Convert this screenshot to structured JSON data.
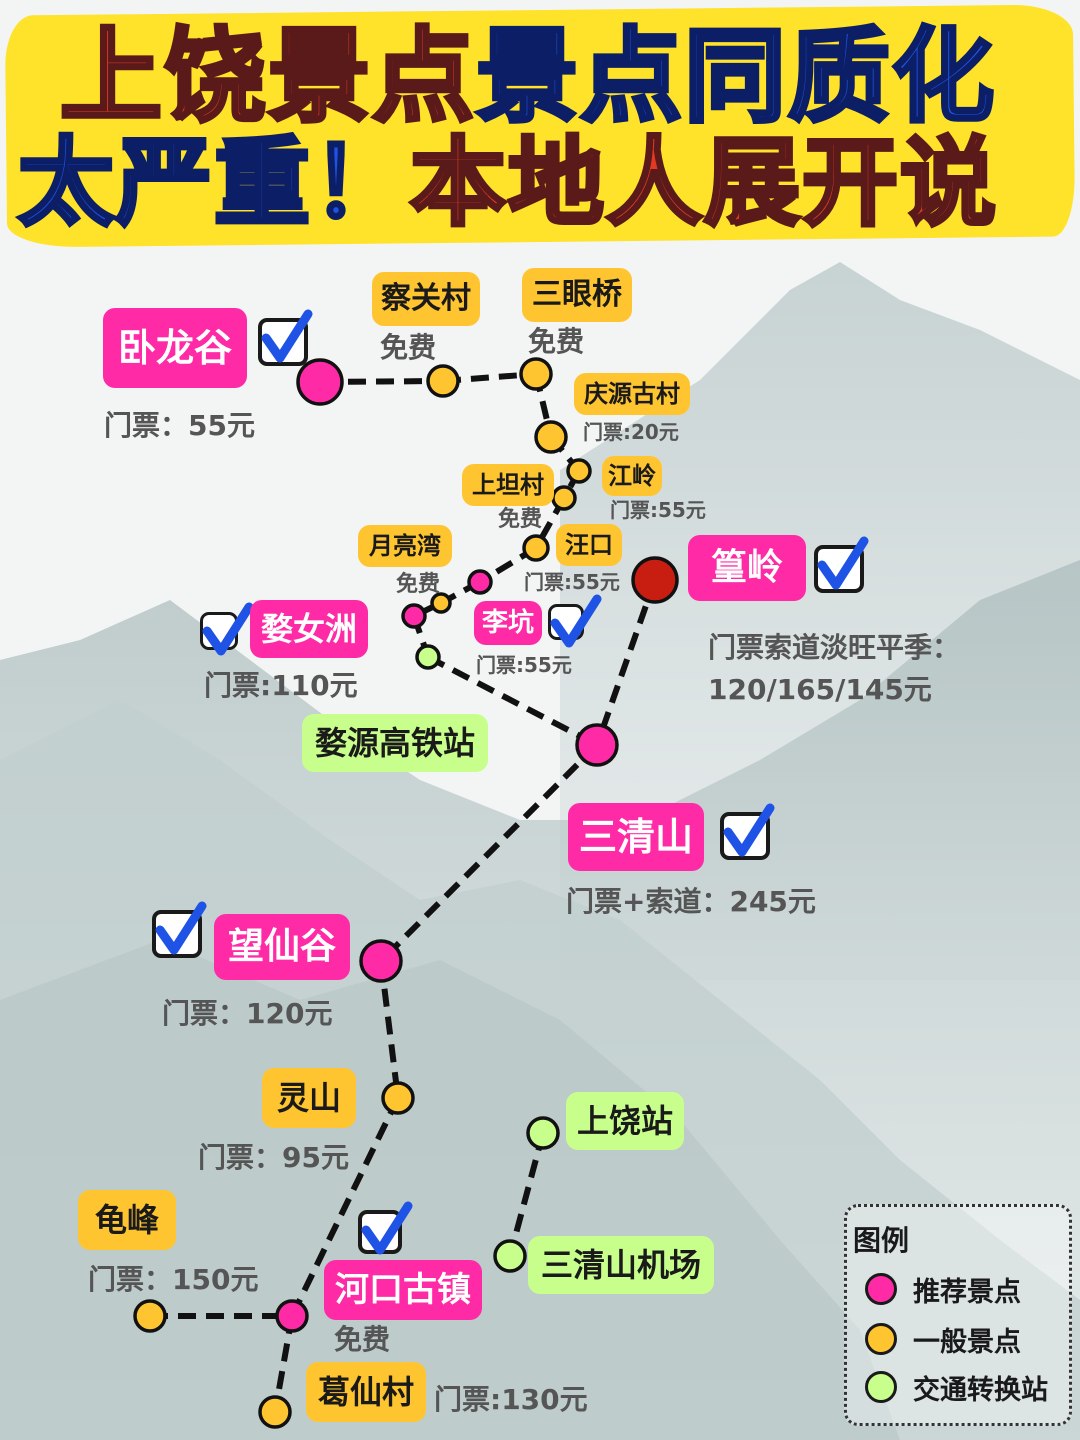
{
  "title": {
    "line1_part1": "上饶景点",
    "line1_part2": "景点同质化",
    "line2_part1": "太严重！",
    "line2_part2": "本地人展开说"
  },
  "colors": {
    "recommended": "#ff2aa6",
    "general": "#ffc531",
    "transit": "#c8ff8c",
    "huangling_dot": "#c81e12",
    "title_red": "#e23a22",
    "title_blue": "#1f53e6",
    "banner": "#ffe22a"
  },
  "spots": {
    "wolonggu": {
      "name": "卧龙谷",
      "note": "门票：55元",
      "checked": true
    },
    "chaguancun": {
      "name": "察关村",
      "note": "免费"
    },
    "sanyanqiao": {
      "name": "三眼桥",
      "note": "免费"
    },
    "qingyuan": {
      "name": "庆源古村",
      "note": "门票:20元"
    },
    "jiangling": {
      "name": "江岭",
      "note": "门票:55元"
    },
    "shangtan": {
      "name": "上坦村",
      "note": "免费"
    },
    "wangkou": {
      "name": "汪口",
      "note": "门票:55元"
    },
    "yueliangwan": {
      "name": "月亮湾",
      "note": "免费"
    },
    "huangling": {
      "name": "篁岭",
      "note1": "门票索道淡旺平季：",
      "note2": "120/165/145元",
      "checked": true
    },
    "likeng": {
      "name": "李坑",
      "note": "门票:55元",
      "checked": true
    },
    "wunvzhou": {
      "name": "婺女洲",
      "note": "门票:110元",
      "checked": true
    },
    "wuyuan_station": {
      "name": "婺源高铁站"
    },
    "sanqingshan": {
      "name": "三清山",
      "note": "门票+索道：245元",
      "checked": true
    },
    "wangxiangu": {
      "name": "望仙谷",
      "note": "门票：120元",
      "checked": true
    },
    "lingshan": {
      "name": "灵山",
      "note": "门票：95元"
    },
    "shangrao_station": {
      "name": "上饶站"
    },
    "guifeng": {
      "name": "龟峰",
      "note": "门票：150元"
    },
    "sqs_airport": {
      "name": "三清山机场"
    },
    "hekou": {
      "name": "河口古镇",
      "note": "免费",
      "checked": true
    },
    "gexiancun": {
      "name": "葛仙村",
      "note": "门票:130元"
    }
  },
  "legend": {
    "title": "图例",
    "items": [
      {
        "label": "推荐景点",
        "color": "#ff2aa6"
      },
      {
        "label": "一般景点",
        "color": "#ffc531"
      },
      {
        "label": "交通转换站",
        "color": "#c8ff8c"
      }
    ]
  }
}
